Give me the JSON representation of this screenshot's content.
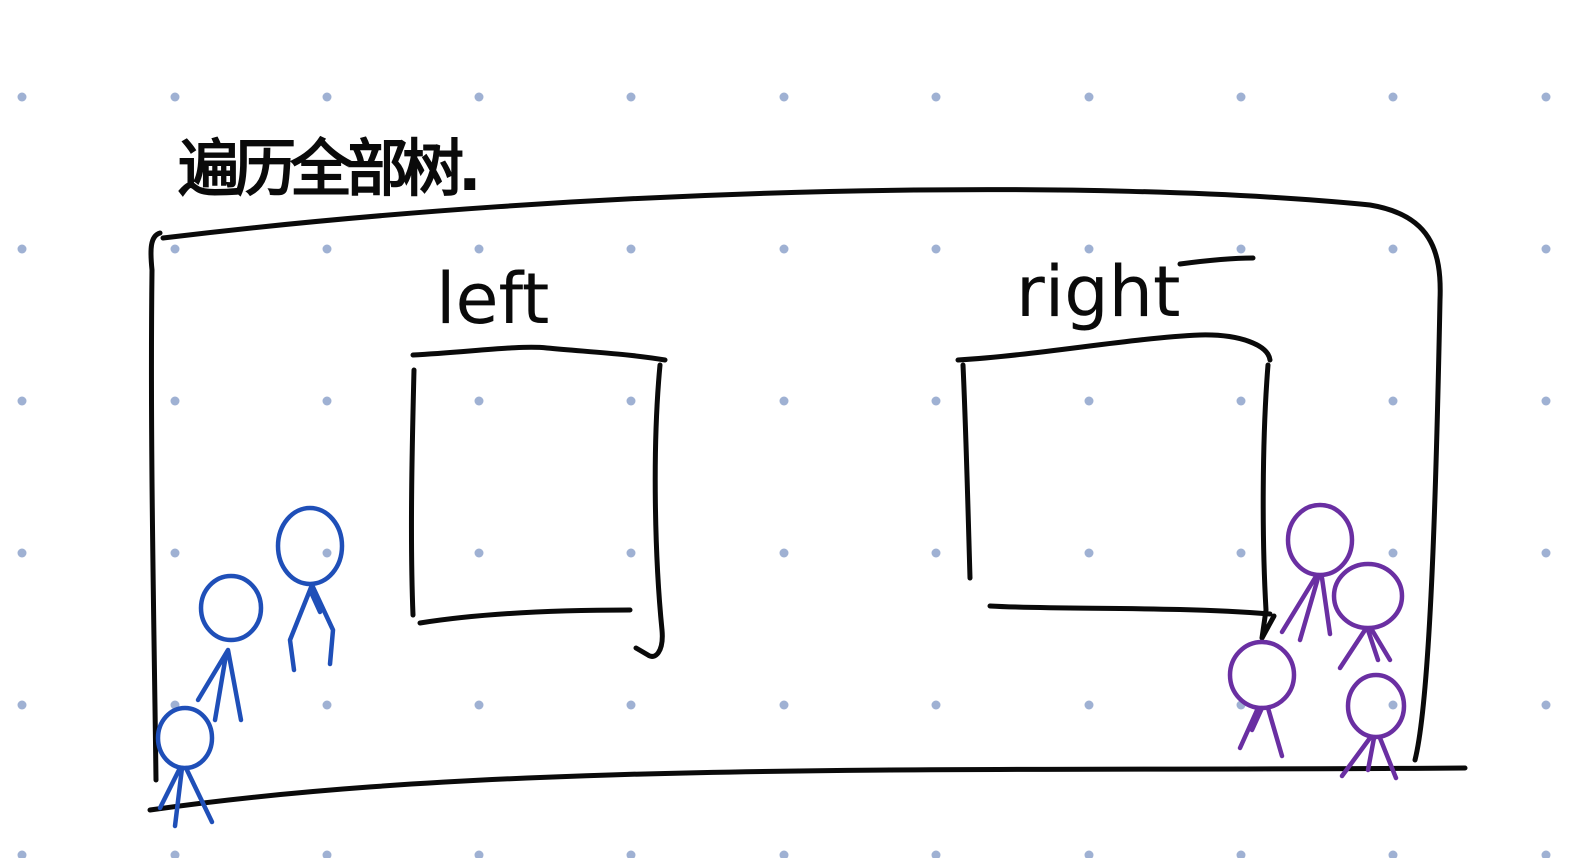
{
  "title": "遍历全部树.",
  "left_label": "left",
  "right_label": "right",
  "colors": {
    "ink": "#0a0a0a",
    "group_left": "#1f4fb8",
    "group_right": "#6a2fa2",
    "dots": "#9fb1d3"
  },
  "people": {
    "left_group_count": 3,
    "right_group_count": 4
  }
}
